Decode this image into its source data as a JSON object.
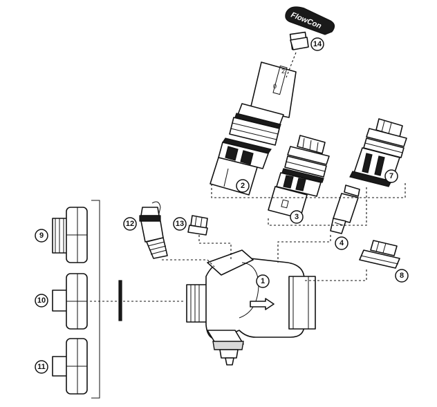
{
  "diagram": {
    "brand_label": "FlowCon",
    "callouts": [
      {
        "id": "1",
        "label": "1"
      },
      {
        "id": "2",
        "label": "2"
      },
      {
        "id": "3",
        "label": "3"
      },
      {
        "id": "4",
        "label": "4"
      },
      {
        "id": "7",
        "label": "7"
      },
      {
        "id": "8",
        "label": "8"
      },
      {
        "id": "9",
        "label": "9"
      },
      {
        "id": "10",
        "label": "10"
      },
      {
        "id": "11",
        "label": "11"
      },
      {
        "id": "12",
        "label": "12"
      },
      {
        "id": "13",
        "label": "13"
      },
      {
        "id": "14",
        "label": "14"
      }
    ],
    "cartridge_scale": {
      "label_a": "2",
      "label_b": "0"
    }
  },
  "colors": {
    "ink": "#111111",
    "paper": "#ffffff",
    "shade": "#d9d9d9"
  }
}
